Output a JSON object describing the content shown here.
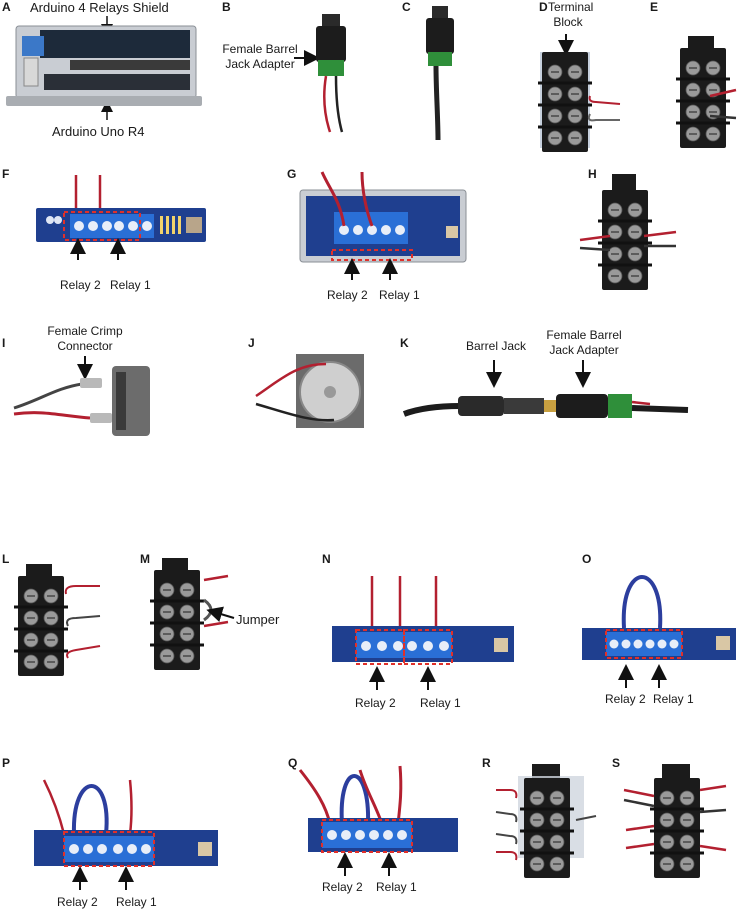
{
  "panels": {
    "A": {
      "letter": "A",
      "top_label": "Arduino 4 Relays Shield",
      "bottom_label": "Arduino Uno R4"
    },
    "B": {
      "letter": "B",
      "label_line1": "Female Barrel",
      "label_line2": "Jack Adapter"
    },
    "C": {
      "letter": "C"
    },
    "D": {
      "letter": "D",
      "label_line1": "Terminal",
      "label_line2": "Block"
    },
    "E": {
      "letter": "E"
    },
    "F": {
      "letter": "F",
      "relay2": "Relay 2",
      "relay1": "Relay 1"
    },
    "G": {
      "letter": "G",
      "relay2": "Relay 2",
      "relay1": "Relay 1"
    },
    "H": {
      "letter": "H"
    },
    "I": {
      "letter": "I",
      "label_line1": "Female Crimp",
      "label_line2": "Connector"
    },
    "J": {
      "letter": "J"
    },
    "K": {
      "letter": "K",
      "barrel_jack": "Barrel Jack",
      "adapter_line1": "Female Barrel",
      "adapter_line2": "Jack Adapter"
    },
    "L": {
      "letter": "L"
    },
    "M": {
      "letter": "M",
      "jumper": "Jumper"
    },
    "N": {
      "letter": "N",
      "relay2": "Relay 2",
      "relay1": "Relay 1"
    },
    "O": {
      "letter": "O",
      "relay2": "Relay 2",
      "relay1": "Relay 1"
    },
    "P": {
      "letter": "P",
      "relay2": "Relay 2",
      "relay1": "Relay 1"
    },
    "Q": {
      "letter": "Q",
      "relay2": "Relay 2",
      "relay1": "Relay 1"
    },
    "R": {
      "letter": "R"
    },
    "S": {
      "letter": "S"
    }
  },
  "colors": {
    "board_blue": "#1f3f8f",
    "terminal_blue": "#2a6fd6",
    "block_black": "#1b1b1b",
    "wire_red": "#b32030",
    "wire_black": "#222222",
    "jumper_blue": "#2c3e9e",
    "dash_red": "#e0302a",
    "connector_green": "#2f8f3a"
  }
}
